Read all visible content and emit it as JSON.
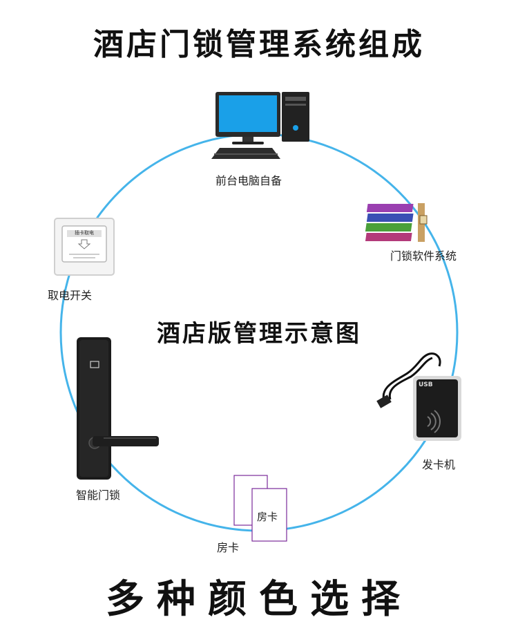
{
  "title": "酒店门锁管理系统组成",
  "center_title": "酒店版管理示意图",
  "footer": "多种颜色选择",
  "nodes": {
    "pc": "前台电脑自备",
    "software": "门锁软件系统",
    "switch": "取电开关",
    "switch_panel_text": "插卡取电",
    "encoder": "发卡机",
    "encoder_brand": "USB",
    "lock": "智能门锁",
    "card": "房卡",
    "card_inner": "房卡"
  },
  "colors": {
    "circle": "#45b4ea",
    "monitor_screen": "#1aa0e8",
    "lock_body": "#1b1b1b",
    "card_border": "#7a2a9a"
  }
}
